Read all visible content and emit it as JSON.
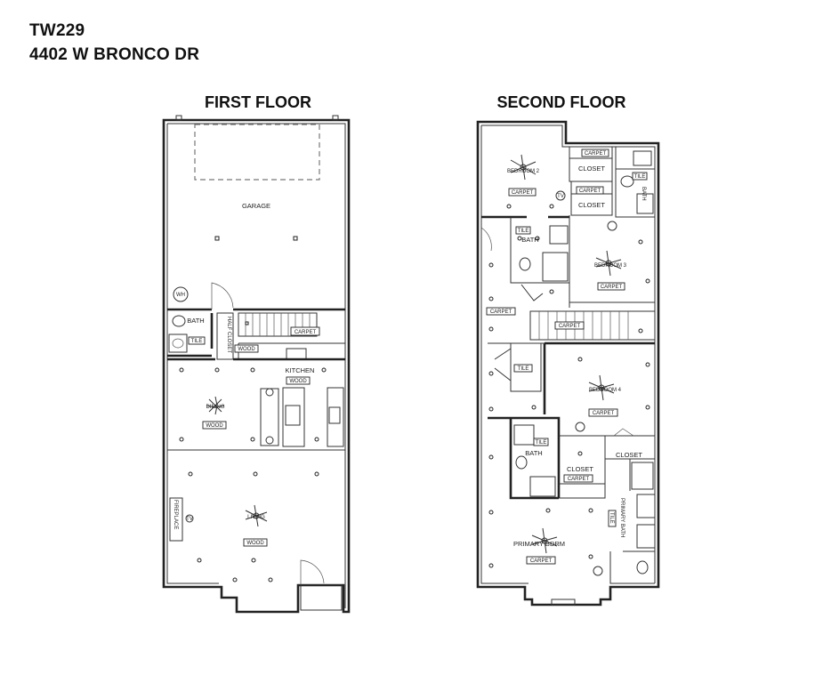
{
  "header": {
    "code": "TW229",
    "address": "4402 W BRONCO DR"
  },
  "first_floor": {
    "title": "FIRST FLOOR",
    "labels": {
      "garage": "GARAGE",
      "bath": "BATH",
      "tile": "TILE",
      "half_closet": "HALF CLOSET",
      "carpet": "CARPET",
      "wood1": "WOOD",
      "kitchen": "KITCHEN",
      "wood_kitchen": "WOOD",
      "dining": "DINING",
      "wood_dining": "WOOD",
      "fireplace": "FIREPLACE",
      "tv": "TV",
      "living": "LIVING",
      "wood_living": "WOOD",
      "wh": "WH"
    }
  },
  "second_floor": {
    "title": "SECOND FLOOR",
    "labels": {
      "bedroom2": "BEDROOM 2",
      "carpet_b2": "CARPET",
      "closet_b2": "CLOSET",
      "carpet_c1": "CARPET",
      "carpet_c2": "CARPET",
      "closet2": "CLOSET",
      "tile_b": "TILE",
      "bath_top": "BATH",
      "tile_top": "TILE",
      "bath_right": "BATH",
      "tv": "TV",
      "bedroom3": "BEDROOM 3",
      "carpet_b3": "CARPET",
      "carpet_hall": "CARPET",
      "carpet_stair": "CARPET",
      "tile_mid": "TILE",
      "bedroom4": "BEDROOM 4",
      "carpet_b4": "CARPET",
      "tile_bath2": "TILE",
      "bath2": "BATH",
      "closet3": "CLOSET",
      "carpet_c3": "CARPET",
      "closet4": "CLOSET",
      "primary_bath": "PRIMARY BATH",
      "tile_pb": "TILE",
      "primary_bdrm": "PRIMARY BDRM",
      "carpet_pb": "CARPET"
    }
  }
}
